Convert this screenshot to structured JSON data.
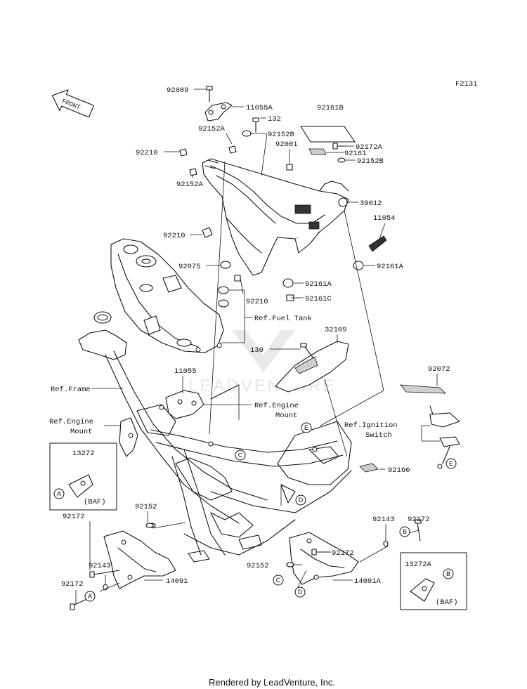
{
  "diagram_code": "F2131",
  "front_label": "FRONT",
  "footer": "Rendered by LeadVenture, Inc.",
  "watermark": "LEADVENTURE",
  "callouts": [
    "A",
    "B",
    "C",
    "D",
    "E"
  ],
  "labels": {
    "p92009": "92009",
    "p11055A": "11055A",
    "p132": "132",
    "p92161B": "92161B",
    "p92152A_top": "92152A",
    "p92152B_top": "92152B",
    "p92210_top": "92210",
    "p92001": "92001",
    "p92161": "92161",
    "p92172A": "92172A",
    "p92152B_right": "92152B",
    "p92152A_left": "92152A",
    "p39012": "39012",
    "p11054": "11054",
    "p92210_mid": "92210",
    "p92075": "92075",
    "p92161A_right": "92161A",
    "p92161A_mid": "92161A",
    "p92161C": "92161C",
    "p92210_low": "92210",
    "p32109": "32109",
    "p130": "130",
    "p11055": "11055",
    "p92072": "92072",
    "p13272": "13272",
    "p92160": "92160",
    "p92152_left": "92152",
    "p92172_left1": "92172",
    "p92143_left": "92143",
    "p92172_left2": "92172",
    "p14091": "14091",
    "p92172_mid": "92172",
    "p92172_right": "92172",
    "p92143_right": "92143",
    "p92152_right": "92152",
    "p14091A": "14091A",
    "p13272A": "13272A"
  },
  "refs": {
    "fuel_tank": "Ref.Fuel Tank",
    "frame": "Ref.Frame",
    "engine_mount_1_l1": "Ref.Engine",
    "engine_mount_1_l2": "Mount",
    "engine_mount_2_l1": "Ref.Engine",
    "engine_mount_2_l2": "Mount",
    "ignition_l1": "Ref.Ignition",
    "ignition_l2": "Switch",
    "baf_left": "(BAF)",
    "baf_right": "(BAF)"
  }
}
